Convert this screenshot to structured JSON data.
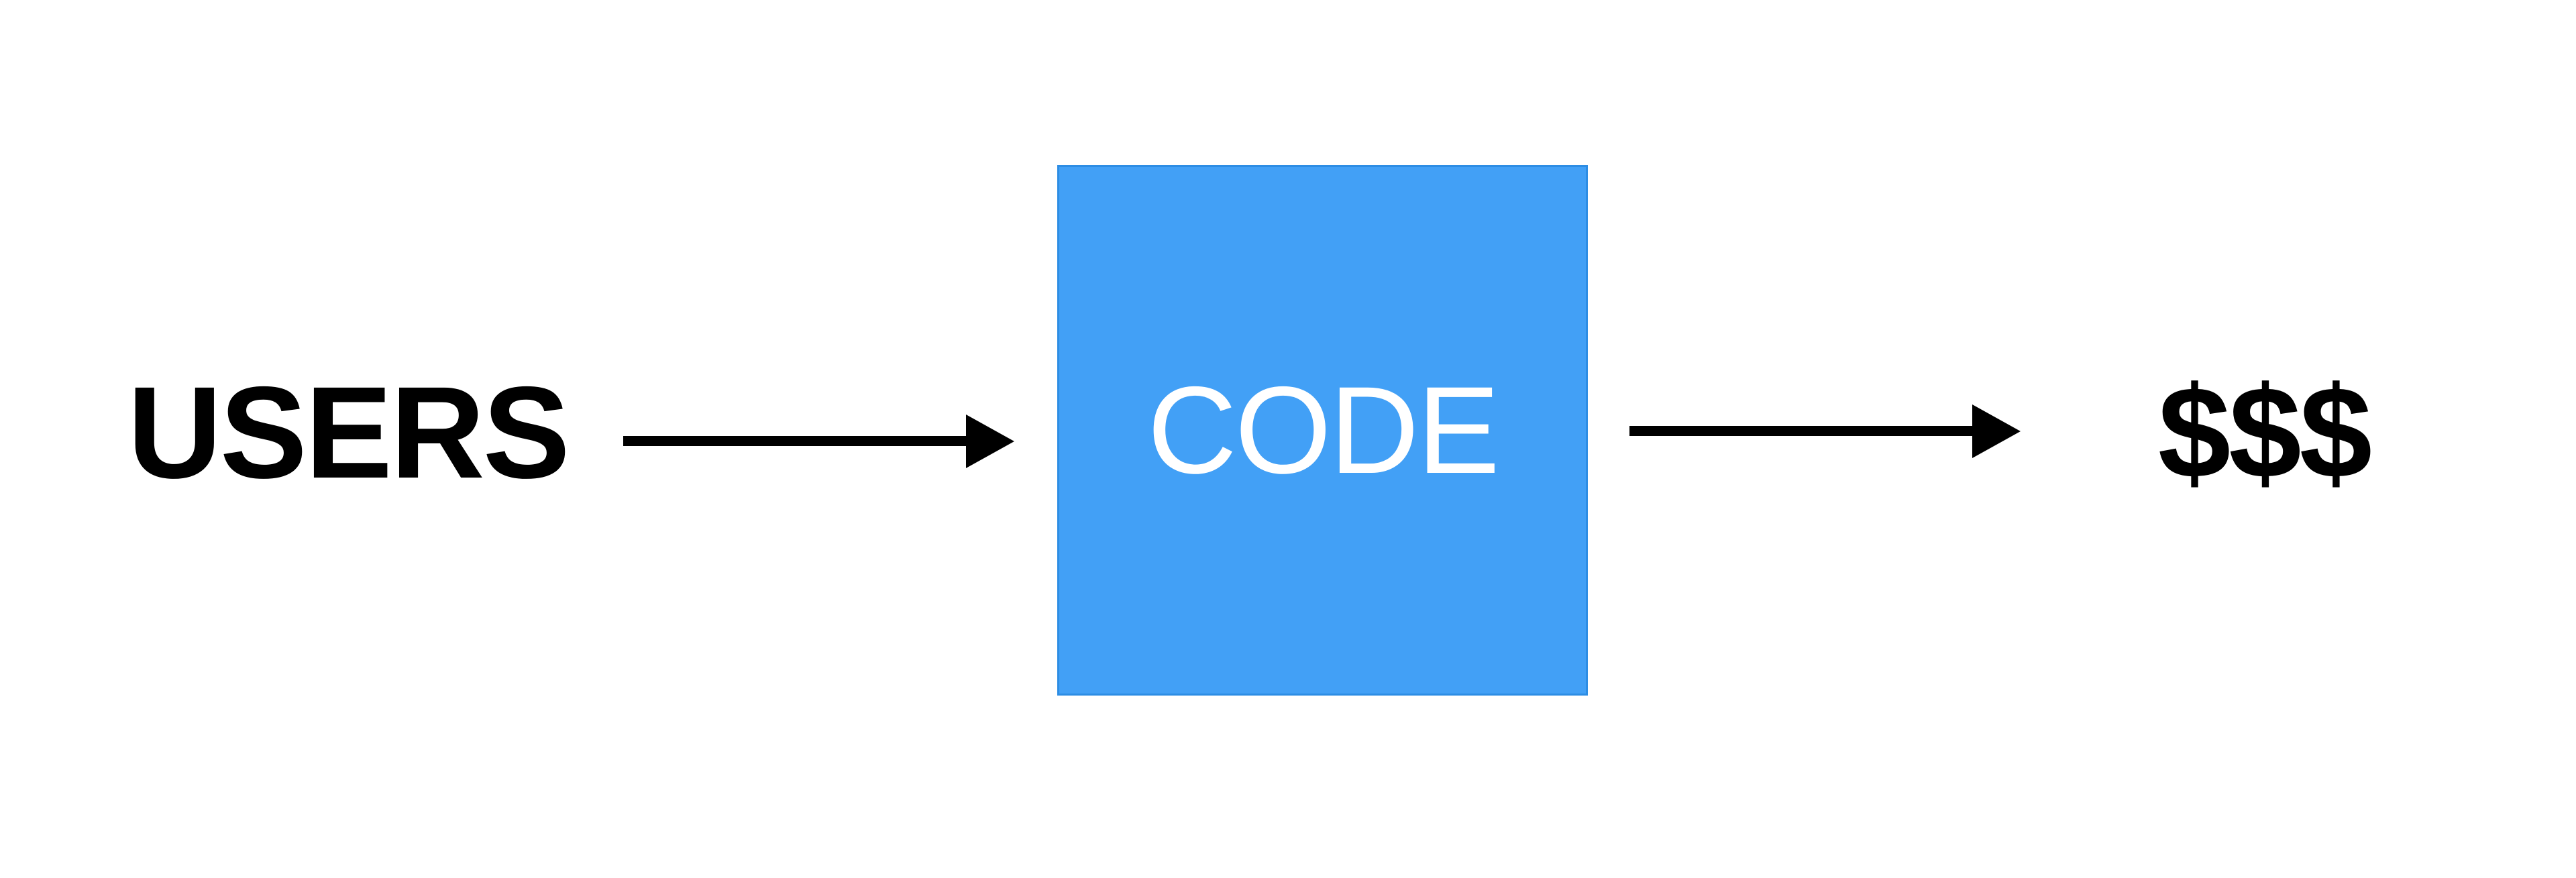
{
  "diagram": {
    "background_color": "#ffffff",
    "nodes": {
      "users": {
        "label": "USERS",
        "text_color": "#000000"
      },
      "code": {
        "label": "CODE",
        "fill_color": "#42a0f6",
        "border_color": "#2d8de4",
        "text_color": "#ffffff"
      },
      "money": {
        "label": "$$$",
        "text_color": "#000000"
      }
    },
    "arrows": {
      "users_to_code": {
        "from": "users",
        "to": "code",
        "color": "#000000"
      },
      "code_to_money": {
        "from": "code",
        "to": "money",
        "color": "#000000"
      }
    }
  }
}
